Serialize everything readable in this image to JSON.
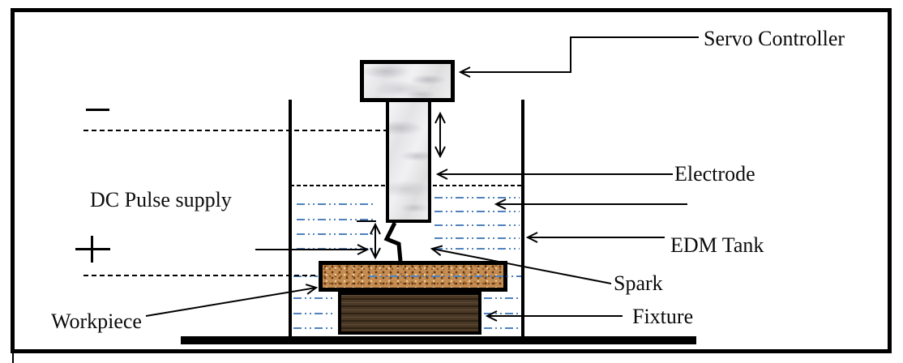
{
  "figure": {
    "type": "diagram",
    "subject": "Electrical Discharge Machining (EDM) process schematic",
    "labels": {
      "servo_controller": "Servo Controller",
      "electrode": "Electrode",
      "edm_tank": "EDM Tank",
      "spark": "Spark",
      "fixture": "Fixture",
      "workpiece": "Workpiece",
      "dc_pulse_supply": "DC Pulse supply",
      "polarity_negative": "−",
      "polarity_positive": "+"
    },
    "colors": {
      "fluid-blue": "#4f81bd",
      "workpiece-tan": "#c68d52",
      "fixture-brown": "#4a3824",
      "line-black": "#000000",
      "marble-light": "#efefef"
    }
  }
}
